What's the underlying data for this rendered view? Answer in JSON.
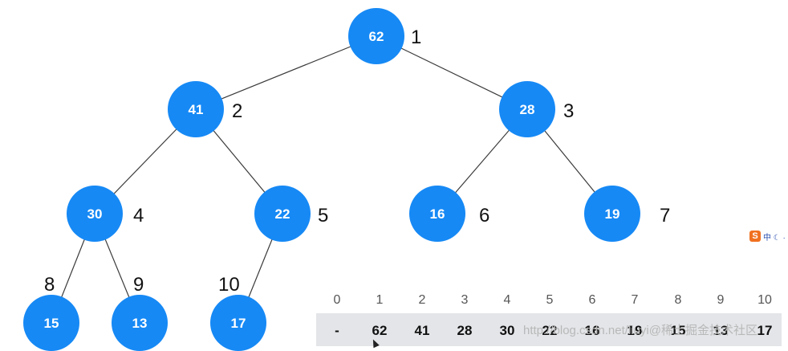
{
  "heap": {
    "nodes": [
      {
        "index": "1",
        "value": "62"
      },
      {
        "index": "2",
        "value": "41"
      },
      {
        "index": "3",
        "value": "28"
      },
      {
        "index": "4",
        "value": "30"
      },
      {
        "index": "5",
        "value": "22"
      },
      {
        "index": "6",
        "value": "16"
      },
      {
        "index": "7",
        "value": "19"
      },
      {
        "index": "8",
        "value": "15"
      },
      {
        "index": "9",
        "value": "13"
      },
      {
        "index": "10",
        "value": "17"
      }
    ],
    "edges": [
      [
        1,
        2
      ],
      [
        1,
        3
      ],
      [
        2,
        4
      ],
      [
        2,
        5
      ],
      [
        3,
        6
      ],
      [
        3,
        7
      ],
      [
        4,
        8
      ],
      [
        4,
        9
      ],
      [
        5,
        10
      ]
    ]
  },
  "array": {
    "indices": [
      "0",
      "1",
      "2",
      "3",
      "4",
      "5",
      "6",
      "7",
      "8",
      "9",
      "10"
    ],
    "cells": [
      "-",
      "62",
      "41",
      "28",
      "30",
      "22",
      "16",
      "19",
      "15",
      "13",
      "17"
    ]
  },
  "watermark": "http://blog.csdn.net/liuyi@稀土掘金技术社区",
  "ime_badge": {
    "logo": "S",
    "label": "中 ☾ ·"
  },
  "colors": {
    "node_fill": "#1689f5",
    "edge": "#3a3a3a",
    "array_band": "#e3e5e8",
    "index_text": "#111111"
  }
}
